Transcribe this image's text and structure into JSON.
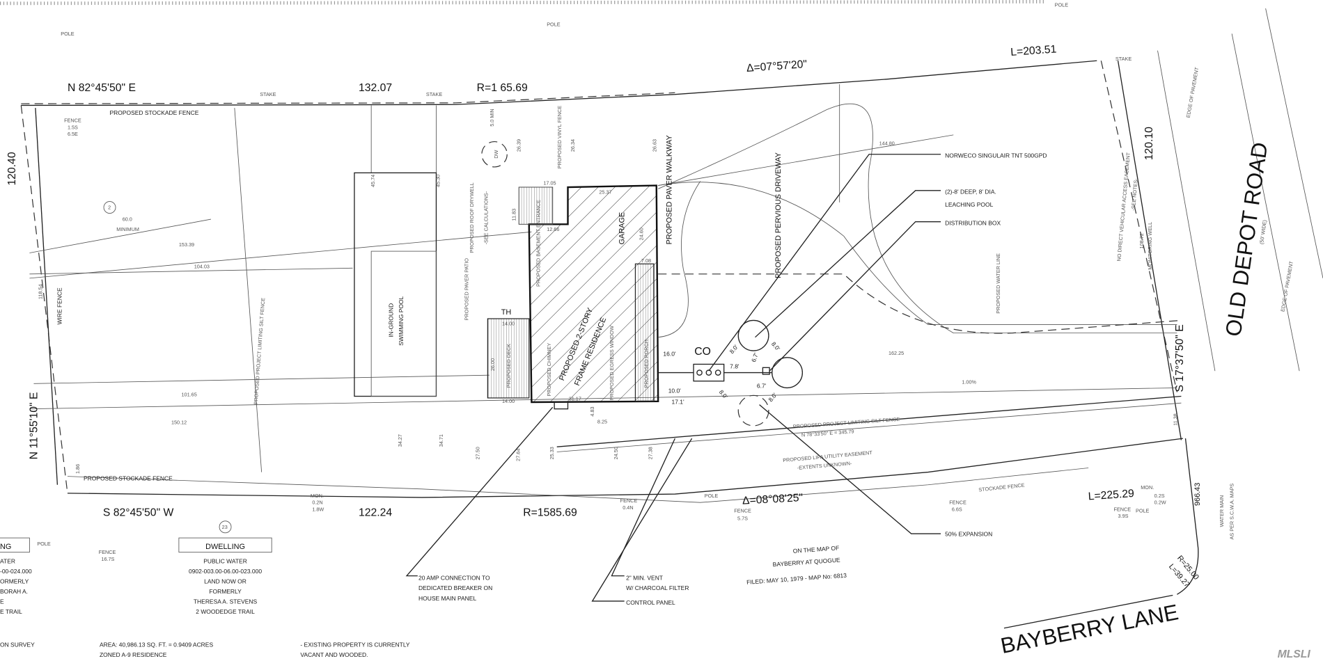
{
  "title": "Proposed Site Plan - Bayberry at Quogue",
  "roads": {
    "old_depot": "OLD DEPOT ROAD",
    "old_depot_width": "(50' WIDE)",
    "bayberry": "BAYBERRY LANE"
  },
  "bearings": {
    "north": "N 82°45'50\" E",
    "north_dist": "132.07",
    "north_radius": "R=1 65.69",
    "north_delta": "Δ=07°57'20\"",
    "north_arc": "L=203.51",
    "south": "S 82°45'50\" W",
    "south_dist": "122.24",
    "south_radius": "R=1585.69",
    "south_delta": "Δ=08°08'25\"",
    "south_arc": "L=225.29",
    "west": "N 11°55'10\" E",
    "west_dist": "120.40",
    "east": "S 17°37'50\" E",
    "east_dist": "120.10",
    "tie": "966.43",
    "curve_r": "R=25.00",
    "curve_l": "L=39.27",
    "silt_line": "N 78°33'50\" E = 345.79"
  },
  "labels": {
    "pole": "POLE",
    "stake": "STAKE",
    "fence": "FENCE",
    "mon": "MON.",
    "fence_1": "1.5S",
    "fence_1b": "6.5E",
    "fence_2": "16.7S",
    "fence_3": "5.7S",
    "fence_4": "6.6S",
    "fence_5": "3.9S",
    "fence_6": "0.4N",
    "mon_1a": "0.2N",
    "mon_1b": "1.8W",
    "mon_2a": "0.2S",
    "mon_2b": "0.2W",
    "stockade_n": "PROPOSED STOCKADE FENCE",
    "stockade_s": "PROPOSED STOCKADE FENCE",
    "stockade": "STOCKADE FENCE",
    "wire_fence": "WIRE FENCE",
    "vinyl_fence": "PROPOSED VINYL FENCE",
    "pool": "IN-GROUND",
    "pool2": "SWIMMING POOL",
    "house": "PROPOSED 2-STORY",
    "house2": "FRAME RESIDENCE",
    "garage": "GARAGE",
    "deck": "PROPOSED DECK",
    "porch": "PROPOSED PORCH",
    "chimney": "PROPOSED CHIMNEY",
    "egress": "PROPOSED EGRESS WINDOW",
    "basement": "PROPOSED BASEMENT ENTRANCE",
    "walkway": "PROPOSED PAVER WALKWAY",
    "driveway": "PROPOSED PERVIOUS DRIVEWAY",
    "patio": "PROPOSED PAVER PATIO",
    "drywell": "PROPOSED ROOF DRYWELL",
    "drywell2": "-SEE CALCULATIONS-",
    "dw": "DW",
    "silt_fence": "PROPOSED PROJECT LIMITING SILT FENCE",
    "silt_fence2": "PROPOSED PROJECT LIMITING SILT FENCE",
    "lipa": "PROPOSED LIPA UTILITY EASEMENT",
    "lipa2": "-EXTENTS UNKNOWN-",
    "no_access": "NO DIRECT VEHICULAR ACCESS EASEMENT",
    "no_access2": "-SEE NOTES-",
    "monitoring": "108.72",
    "monitoring2": "MONITORING WELL",
    "edge_pavement": "EDGE OF PAVEMENT",
    "water_main": "WATER MAIN",
    "water_main2": "AS PER S.C.W.A. MAPS",
    "water_line": "PROPOSED WATER LINE",
    "co": "CO",
    "th": "TH",
    "lot": "2",
    "lot23": "23",
    "minimum": "MINIMUM",
    "min": "5.0 MIN",
    "slope": "1.00%"
  },
  "dims": [
    "60.0",
    "153.39",
    "104.03",
    "101.65",
    "150.12",
    "45.74",
    "45.30",
    "34.27",
    "34.71",
    "27.50",
    "27.64",
    "25.33",
    "24.50",
    "27.38",
    "26.34",
    "26.63",
    "26.39",
    "144.80",
    "162.25",
    "118.54",
    "17.05",
    "11.83",
    "12.66",
    "25.37",
    "24.60",
    "14.00",
    "14.00",
    "26.00",
    "31.17",
    "8.25",
    "16.0'",
    "10.0'",
    "17.1'",
    "8.0'",
    "7.8'",
    "6.7'",
    "6.7'",
    "8.0'",
    "8.0'",
    "8.0'",
    "7.08",
    "4.83",
    "1.86",
    "11.38"
  ],
  "callouts": {
    "norweco": "NORWECO SINGULAIR TNT 500GPD",
    "leaching": "(2)-8' DEEP, 8' DIA.",
    "leaching2": "LEACHING POOL",
    "dist_box": "DISTRIBUTION BOX",
    "expansion": "50% EXPANSION",
    "amp": "20 AMP CONNECTION TO",
    "amp2": "DEDICATED BREAKER ON",
    "amp3": "HOUSE MAIN PANEL",
    "vent": "2\" MIN. VENT",
    "vent2": "W/ CHARCOAL FILTER",
    "control": "CONTROL PANEL"
  },
  "map_note": {
    "l1": "ON THE MAP OF",
    "l2": "BAYBERRY AT QUOGUE",
    "l3": "FILED: MAY 10, 1979 - MAP No: 6813"
  },
  "neighbor_right": {
    "type": "DWELLING",
    "l1": "PUBLIC WATER",
    "l2": "0902-003.00-06.00-023.000",
    "l3": "LAND NOW OR",
    "l4": "FORMERLY",
    "l5": "THERESA A. STEVENS",
    "l6": "2 WOODEDGE TRAIL"
  },
  "neighbor_left": {
    "type": "NG",
    "l1": "ATER",
    "l2": "-00-024.000",
    "l3": "ORMERLY",
    "l4": "BORAH A.",
    "l5": "E",
    "l6": "E TRAIL"
  },
  "notes": {
    "survey": "ON SURVEY",
    "area": "AREA: 40,986.13 SQ. FT. = 0.9409 ACRES",
    "zone": "ZONED A-9 RESIDENCE",
    "existing": "- EXISTING PROPERTY IS CURRENTLY",
    "existing2": "VACANT AND WOODED."
  },
  "watermark": "MLSLI"
}
